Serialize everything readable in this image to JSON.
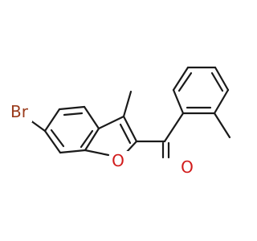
{
  "molecule": {
    "atoms": {
      "br": {
        "label": "Br",
        "color": "#9a3b1b"
      },
      "o_ring": {
        "label": "O",
        "color": "#d11a1a"
      },
      "o_carbonyl": {
        "label": "O",
        "color": "#d11a1a"
      }
    },
    "bond_color": "#1a1a1a"
  }
}
